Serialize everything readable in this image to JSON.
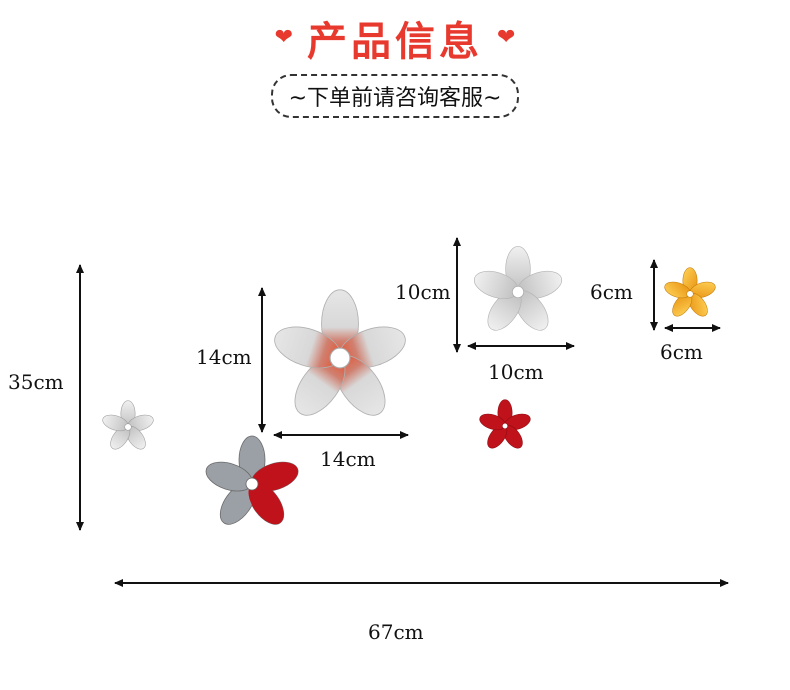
{
  "header": {
    "title": "产品信息",
    "subtitle": "~下单前请咨询客服~",
    "accent_color": "#e8392f",
    "heart_icon": "heart-icon"
  },
  "dimensions": {
    "total_height": "35cm",
    "total_width": "67cm",
    "large_flower_height": "14cm",
    "large_flower_width": "14cm",
    "medium_flower_height": "10cm",
    "medium_flower_width": "10cm",
    "small_flower_height": "6cm",
    "small_flower_width": "6cm"
  },
  "flower_colors": {
    "silver": "#d8d8d8",
    "red": "#c0121b",
    "gold": "#f0a316"
  }
}
